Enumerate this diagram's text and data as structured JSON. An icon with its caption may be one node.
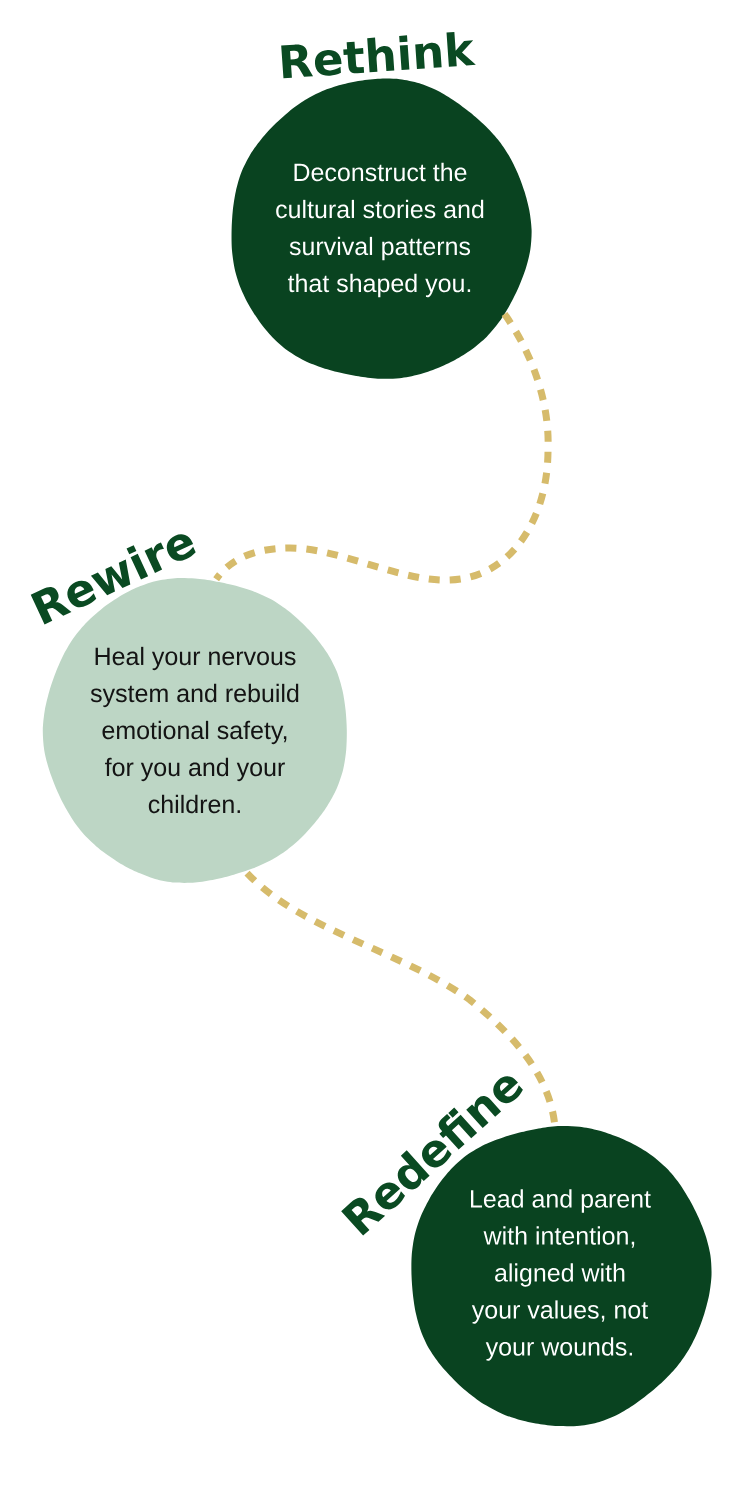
{
  "diagram": {
    "nodes": [
      {
        "text": [
          "Rethink",
          "Deconstruct the cultural stories and survival patterns that shaped you."
        ]
      },
      {
        "text": [
          "Rewire",
          "Heal your nervous system and rebuild emotional safety, for you and your children."
        ]
      },
      {
        "text": [
          "Redefine",
          "Lead and parent with intention, aligned with your values, not your wounds."
        ]
      }
    ],
    "edges": [
      {
        "from": 0,
        "to": 1,
        "arrow": "none",
        "style": "dashed"
      },
      {
        "from": 1,
        "to": 2,
        "arrow": "none",
        "style": "dashed"
      }
    ]
  }
}
